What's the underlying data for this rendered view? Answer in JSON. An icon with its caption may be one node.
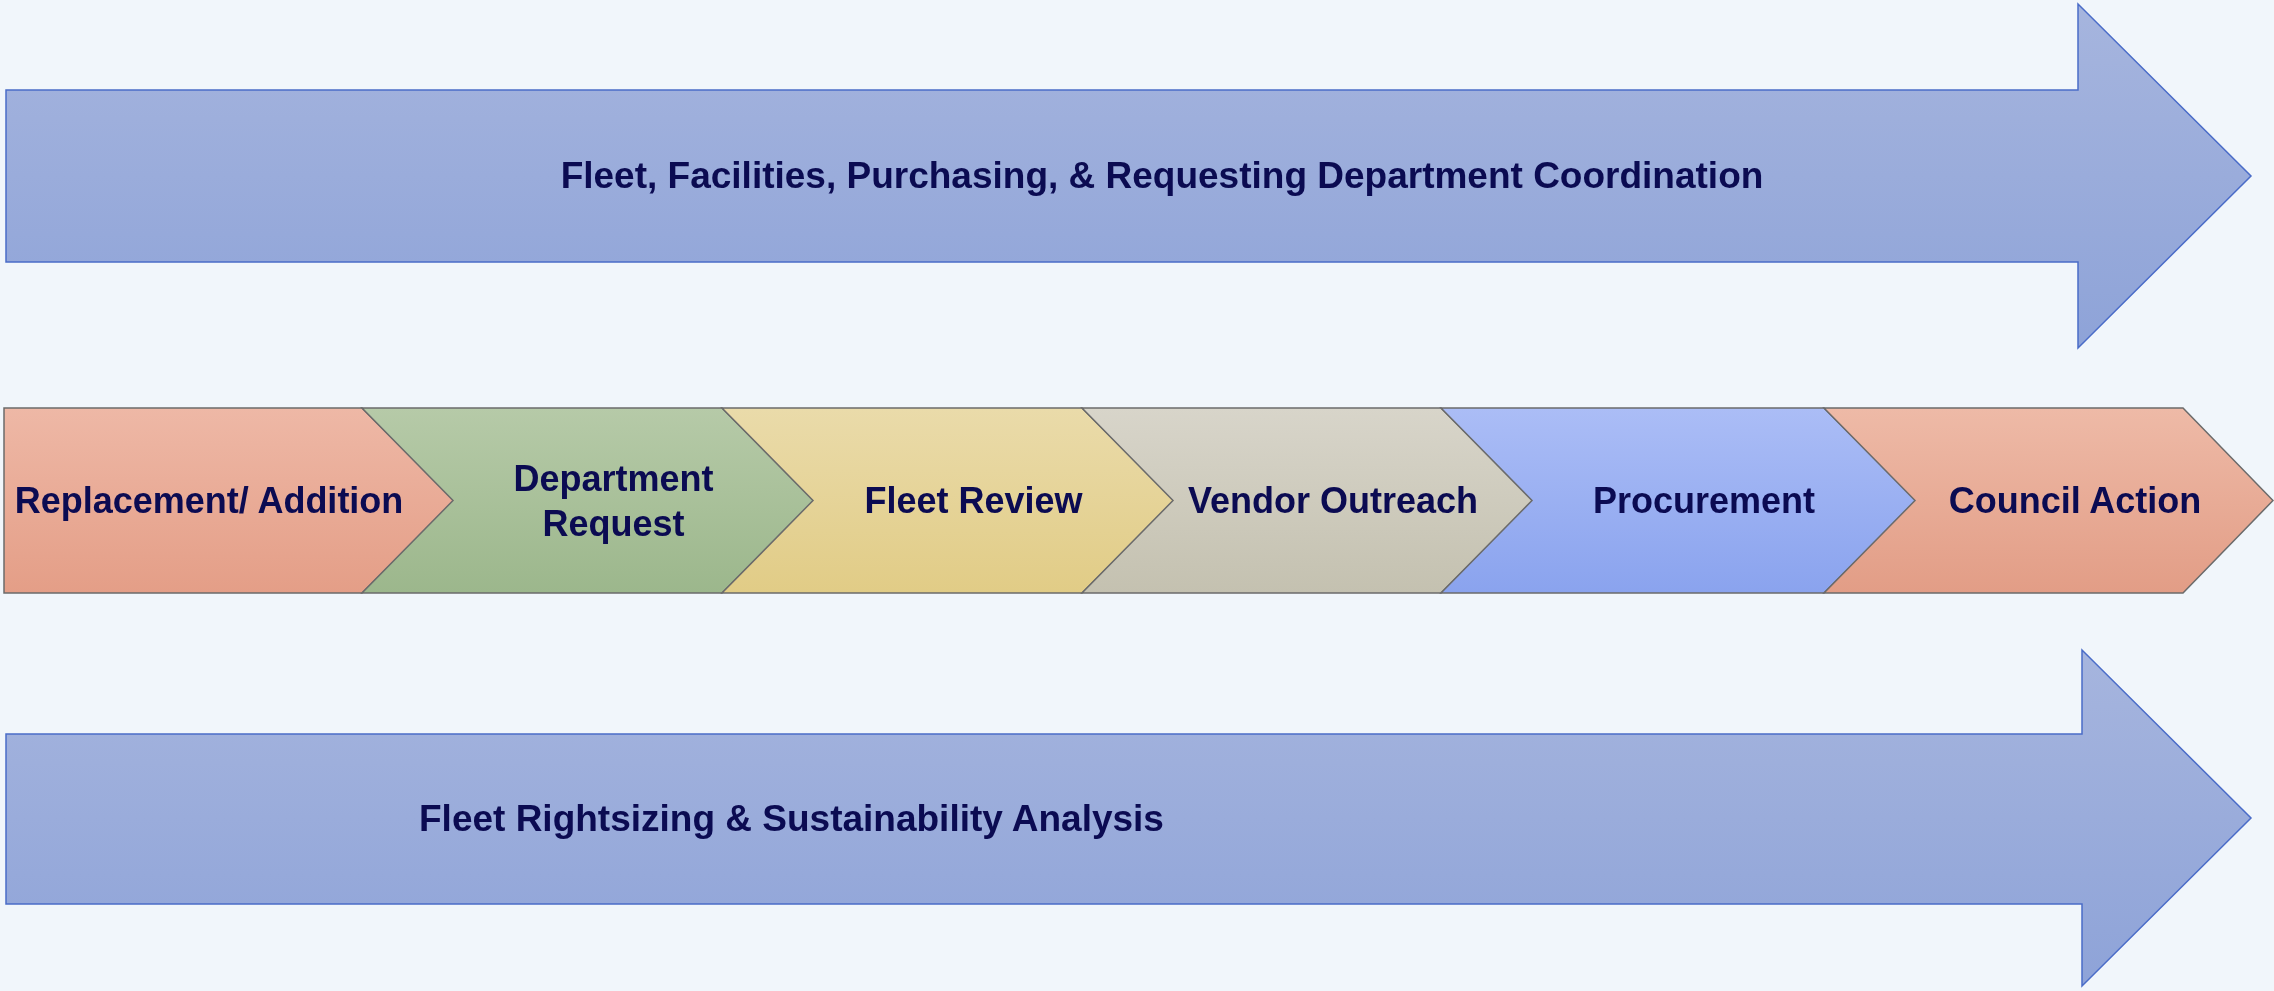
{
  "diagram": {
    "nodes": [
      {
        "text": [
          "Fleet, Facilities, Purchasing, & Requesting Department Coordination"
        ]
      },
      {
        "text": [
          "Replacement/ Addition"
        ]
      },
      {
        "text": [
          "Department Request"
        ]
      },
      {
        "text": [
          "Fleet Review"
        ]
      },
      {
        "text": [
          "Vendor Outreach"
        ]
      },
      {
        "text": [
          "Procurement"
        ]
      },
      {
        "text": [
          "Council Action"
        ]
      },
      {
        "text": [
          "Fleet Rightsizing & Sustainability Analysis"
        ]
      }
    ]
  }
}
